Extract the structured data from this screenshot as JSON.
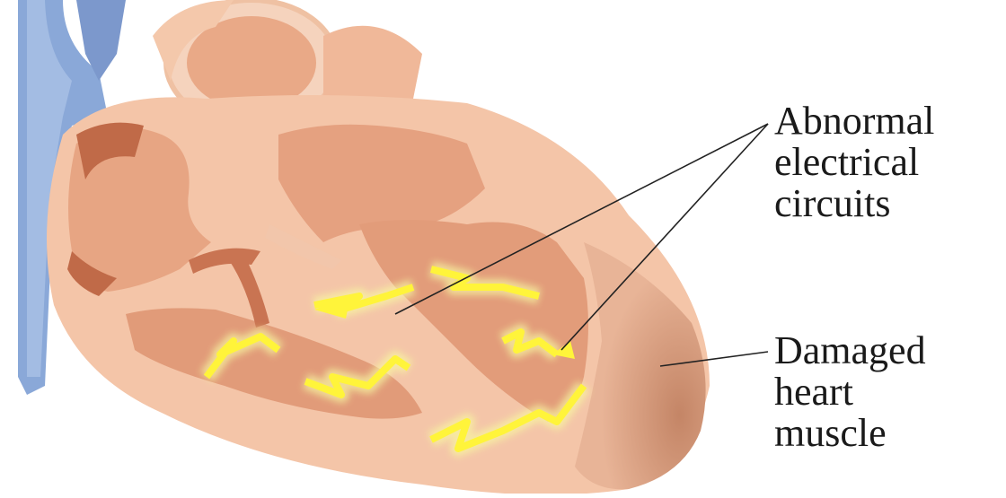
{
  "labels": {
    "abnormal": {
      "line1": "Abnormal",
      "line2": "electrical",
      "line3": "circuits"
    },
    "damaged": {
      "line1": "Damaged",
      "line2": "heart",
      "line3": "muscle"
    }
  },
  "colors": {
    "vessel_blue": "#7f9fd0",
    "heart_outer": "#f3c3a6",
    "chamber": "#df9d7c",
    "chamber_dark": "#b8603e",
    "damaged_muscle": "#c98a6a",
    "circuit_yellow": "#fff24a",
    "circuit_glow": "#f7f7a0",
    "leader_line": "#222222"
  }
}
